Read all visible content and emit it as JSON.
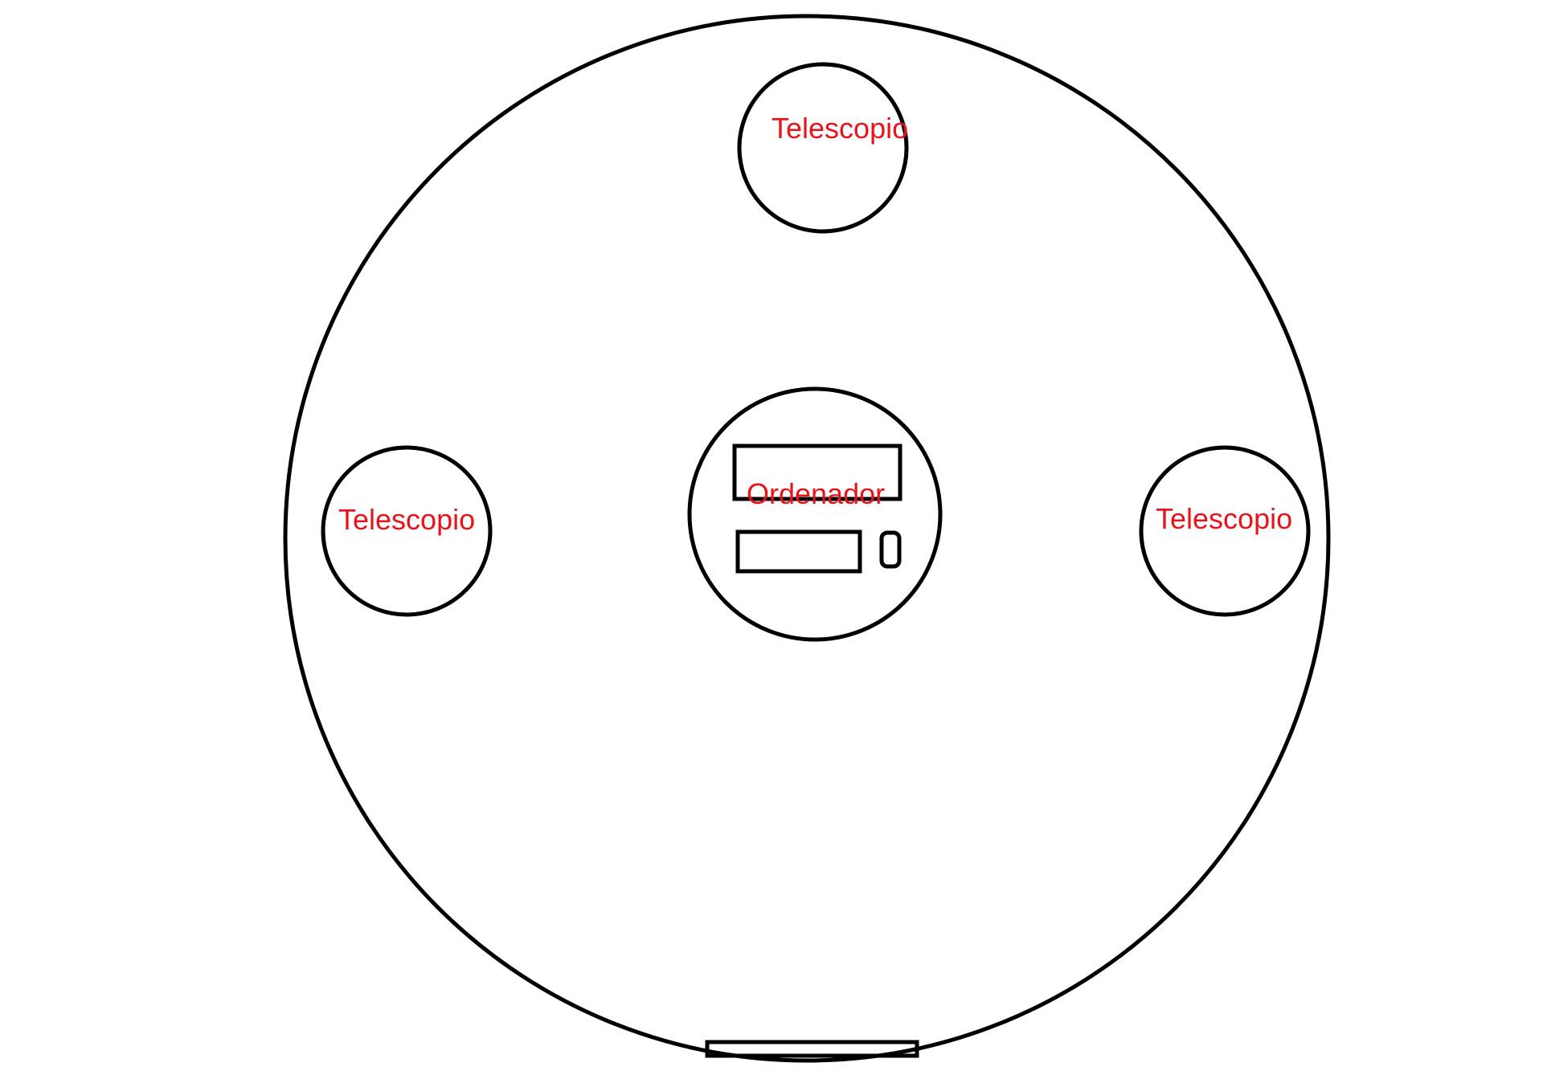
{
  "diagram": {
    "labels": {
      "telescope_top": "Telescopio",
      "telescope_left": "Telescopio",
      "telescope_right": "Telescopio",
      "computer": "Ordenador"
    },
    "colors": {
      "label": "#e8141b",
      "stroke": "#000000",
      "background": "#ffffff"
    }
  }
}
